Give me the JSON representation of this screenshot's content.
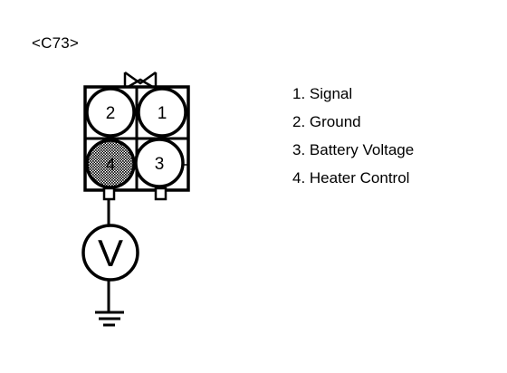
{
  "connector": {
    "id_label": "<C73>",
    "pins": [
      {
        "number": "2",
        "state": "open"
      },
      {
        "number": "1",
        "state": "open"
      },
      {
        "number": "4",
        "state": "probed"
      },
      {
        "number": "3",
        "state": "open"
      }
    ]
  },
  "meter": {
    "label": "V",
    "type": "voltmeter-icon"
  },
  "ground": {
    "type": "ground-icon"
  },
  "legend": {
    "items": [
      "1. Signal",
      "2. Ground",
      "3. Battery Voltage",
      "4. Heater Control"
    ]
  },
  "colors": {
    "ink": "#000000",
    "background": "#ffffff",
    "probed_pin": "#8a8a8a"
  }
}
